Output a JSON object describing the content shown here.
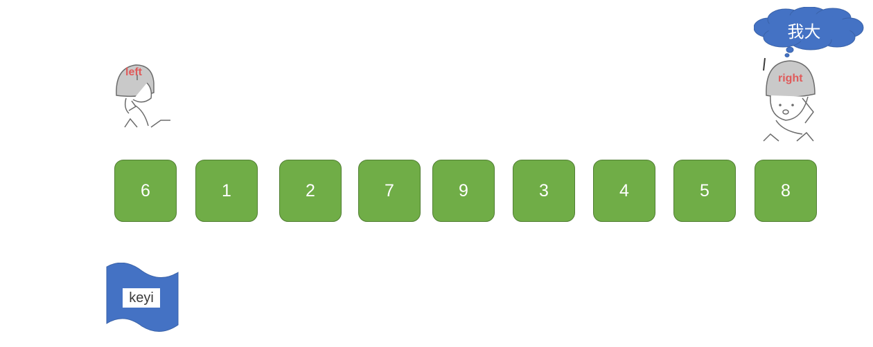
{
  "array": {
    "cells": [
      "6",
      "1",
      "2",
      "7",
      "9",
      "3",
      "4",
      "5",
      "8"
    ]
  },
  "pointers": {
    "left_label": "left",
    "right_label": "right"
  },
  "speech_bubble": {
    "text": "我大"
  },
  "key_flag": {
    "label": "keyi"
  },
  "colors": {
    "cell_fill": "#70ad47",
    "cell_text": "#ffffff",
    "pointer_label": "#e05a5a",
    "bubble_fill": "#4472c4",
    "flag_fill": "#4472c4"
  },
  "icons": [
    "soldier-left-icon",
    "soldier-right-icon",
    "cloud-bubble-icon",
    "flag-icon"
  ]
}
